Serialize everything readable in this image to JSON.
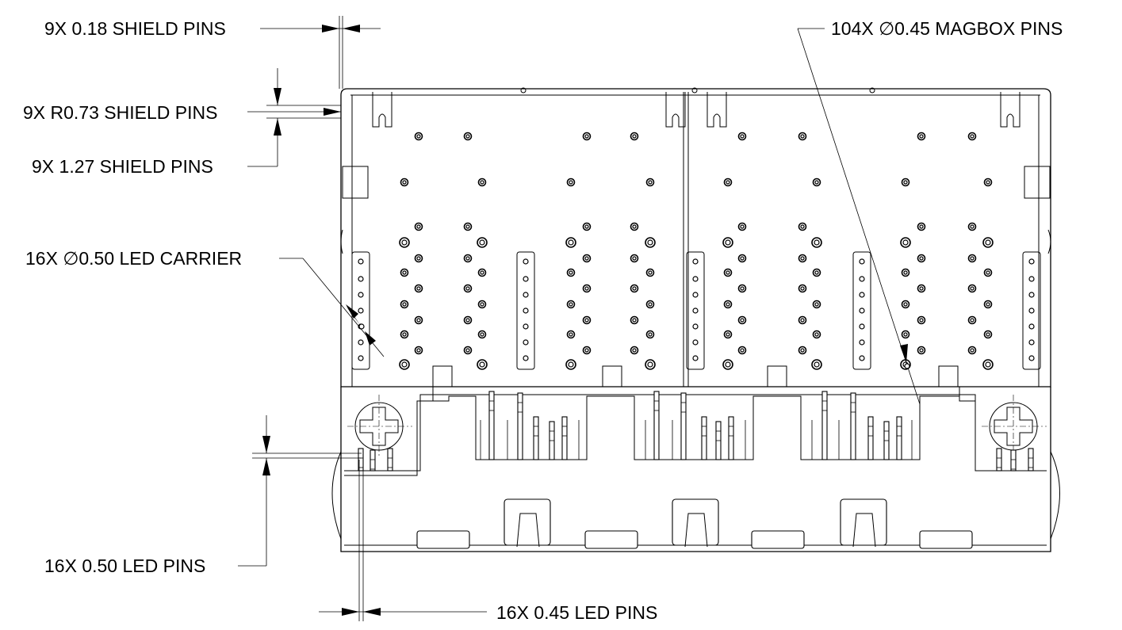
{
  "callouts": {
    "shield_pins_018": "9X 0.18 SHIELD PINS",
    "shield_pins_r073": "9X R0.73 SHIELD PINS",
    "shield_pins_127": "9X 1.27 SHIELD PINS",
    "led_carrier": "16X ∅0.50 LED CARRIER",
    "led_pins_050": "16X 0.50 LED PINS",
    "led_pins_045": "16X 0.45 LED PINS",
    "magbox_pins": "104X ∅0.45 MAGBOX PINS"
  },
  "colors": {
    "line": "#000000",
    "background": "#ffffff"
  }
}
